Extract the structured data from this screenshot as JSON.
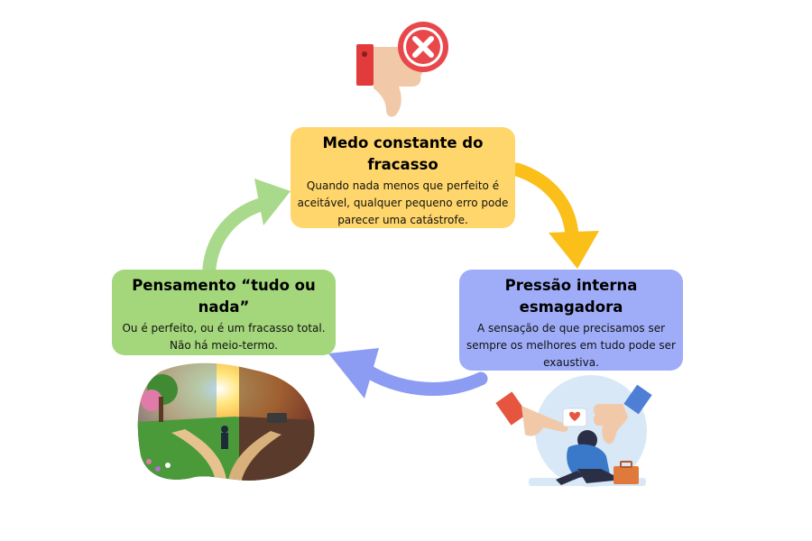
{
  "colors": {
    "top_box": "#ffd66b",
    "right_box": "#9fadf9",
    "left_box": "#a4d67c",
    "yellow_arrow": "#fbbf1a",
    "blue_arrow": "#8c9cf2",
    "green_arrow": "#a9d98a",
    "reject_red": "#e8484c"
  },
  "icons": {
    "top": "thumbs-down-reject-icon",
    "right": "pressured-person-illustration",
    "left": "crossroads-landscape-illustration"
  },
  "cycle": {
    "top": {
      "title": "Medo constante do fracasso",
      "text": "Quando nada menos que perfeito é aceitável, qualquer pequeno erro pode parecer uma catástrofe."
    },
    "right": {
      "title": "Pressão interna esmagadora",
      "text": "A sensação de que precisamos ser sempre os melhores em tudo pode ser exaustiva."
    },
    "left": {
      "title": "Pensamento “tudo ou nada”",
      "text": "Ou é perfeito, ou é um fracasso total. Não há meio-termo."
    }
  }
}
